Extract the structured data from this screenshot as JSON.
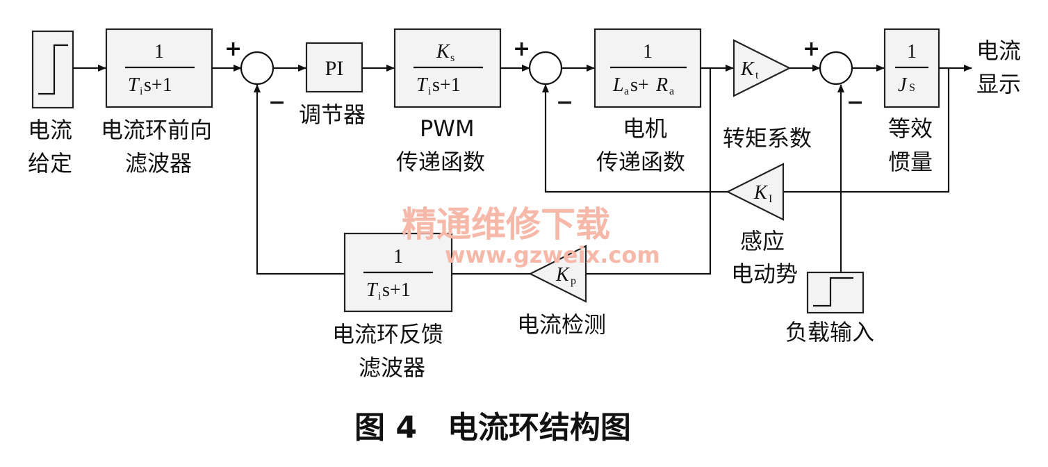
{
  "caption": "图 4　电流环结构图",
  "watermark": {
    "text": "精通维修下载",
    "url": "www.gzweix.com"
  },
  "blocks": {
    "fwd_filter": {
      "num": "1",
      "den_T": "T",
      "den_sub": "i",
      "den_rest": "s+1",
      "label1": "电流环前向",
      "label2": "滤波器"
    },
    "pi": {
      "text": "PI",
      "label": "调节器"
    },
    "pwm": {
      "num_K": "K",
      "num_sub": "s",
      "den_T": "T",
      "den_sub": "i",
      "den_rest": "s+1",
      "label1": "PWM",
      "label2": "传递函数"
    },
    "motor": {
      "num": "1",
      "den_L": "L",
      "den_L_sub": "a",
      "den_mid": "s+",
      "den_R": "R",
      "den_R_sub": "a",
      "label1": "电机",
      "label2": "传递函数"
    },
    "kt": {
      "K": "K",
      "sub": "t",
      "label": "转矩系数"
    },
    "inertia": {
      "num": "1",
      "den_J": "J",
      "den_s": "S",
      "label1": "等效",
      "label2": "惯量"
    },
    "ki": {
      "K": "K",
      "sub": "I",
      "label1": "感应",
      "label2": "电动势"
    },
    "kp": {
      "K": "K",
      "sub": "p",
      "label": "电流检测"
    },
    "fb_filter": {
      "num": "1",
      "den_T": "T",
      "den_sub": "i",
      "den_rest": "s+1",
      "label1": "电流环反馈",
      "label2": "滤波器"
    }
  },
  "inputs": {
    "current_ref": {
      "label1": "电流",
      "label2": "给定"
    },
    "load": {
      "label": "负载输入"
    }
  },
  "output": {
    "label1": "电流",
    "label2": "显示"
  },
  "signs": {
    "plus": "+",
    "minus": "−"
  }
}
